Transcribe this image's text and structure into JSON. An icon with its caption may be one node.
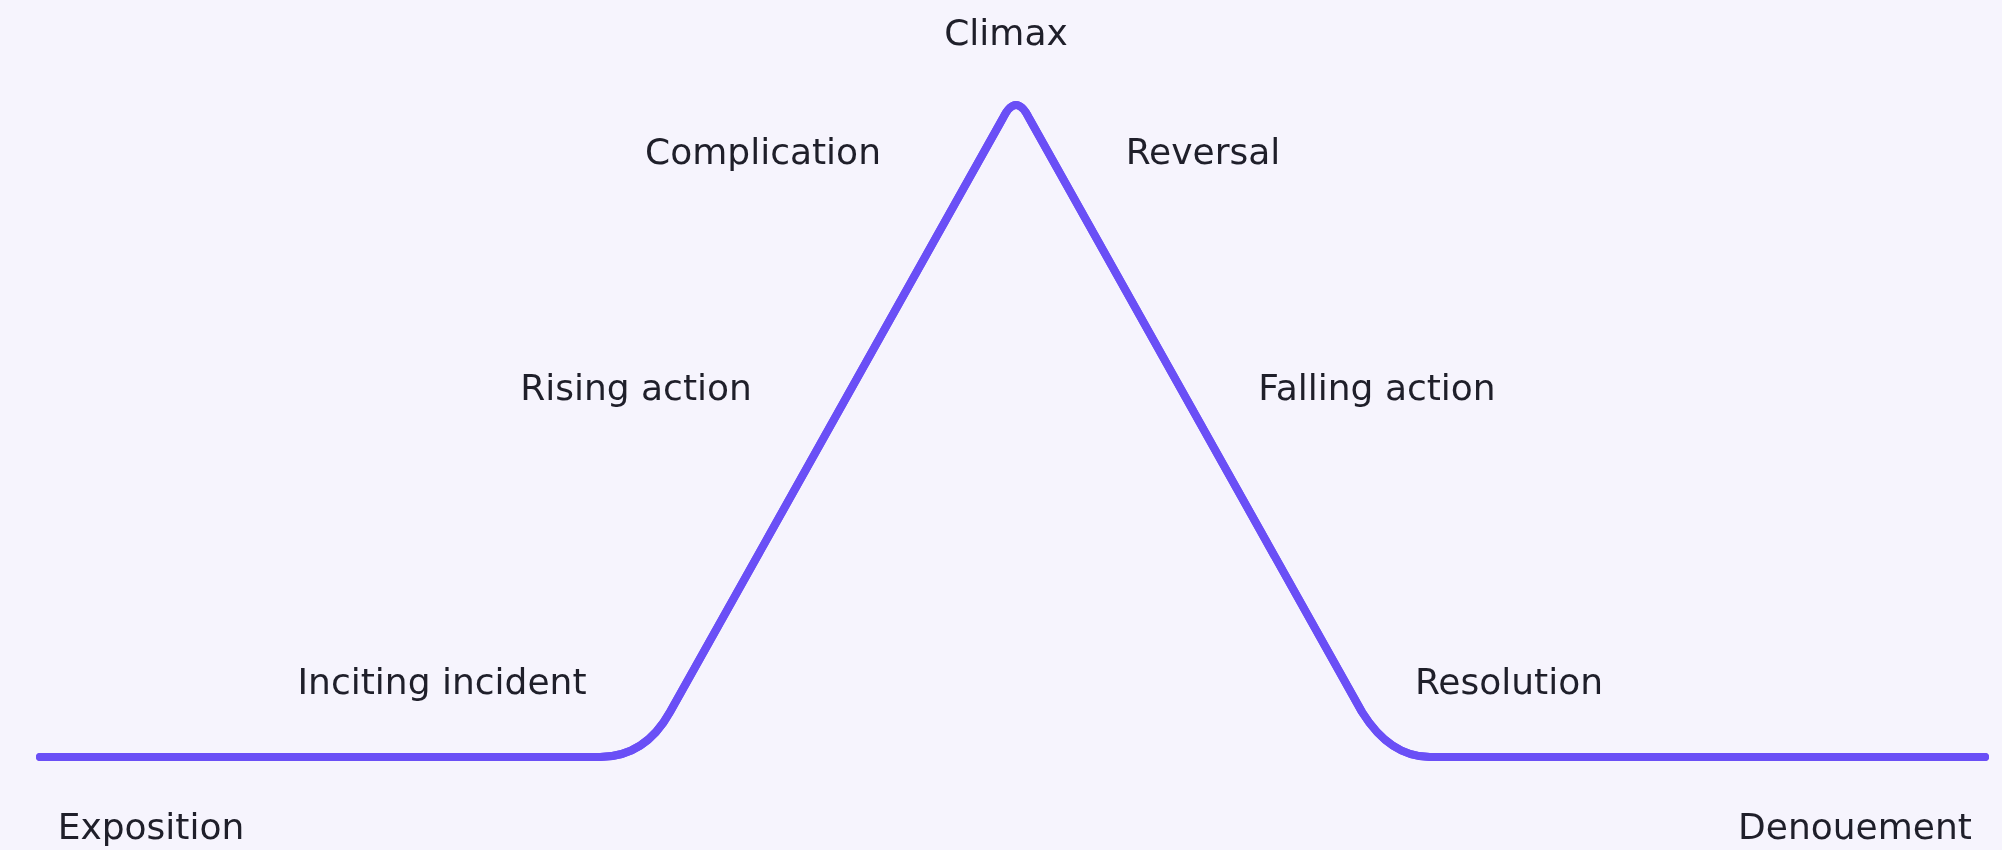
{
  "diagram": {
    "labels": [
      "Climax",
      "Complication",
      "Reversal",
      "Rising action",
      "Falling action",
      "Inciting incident",
      "Resolution",
      "Exposition",
      "Denouement"
    ]
  }
}
